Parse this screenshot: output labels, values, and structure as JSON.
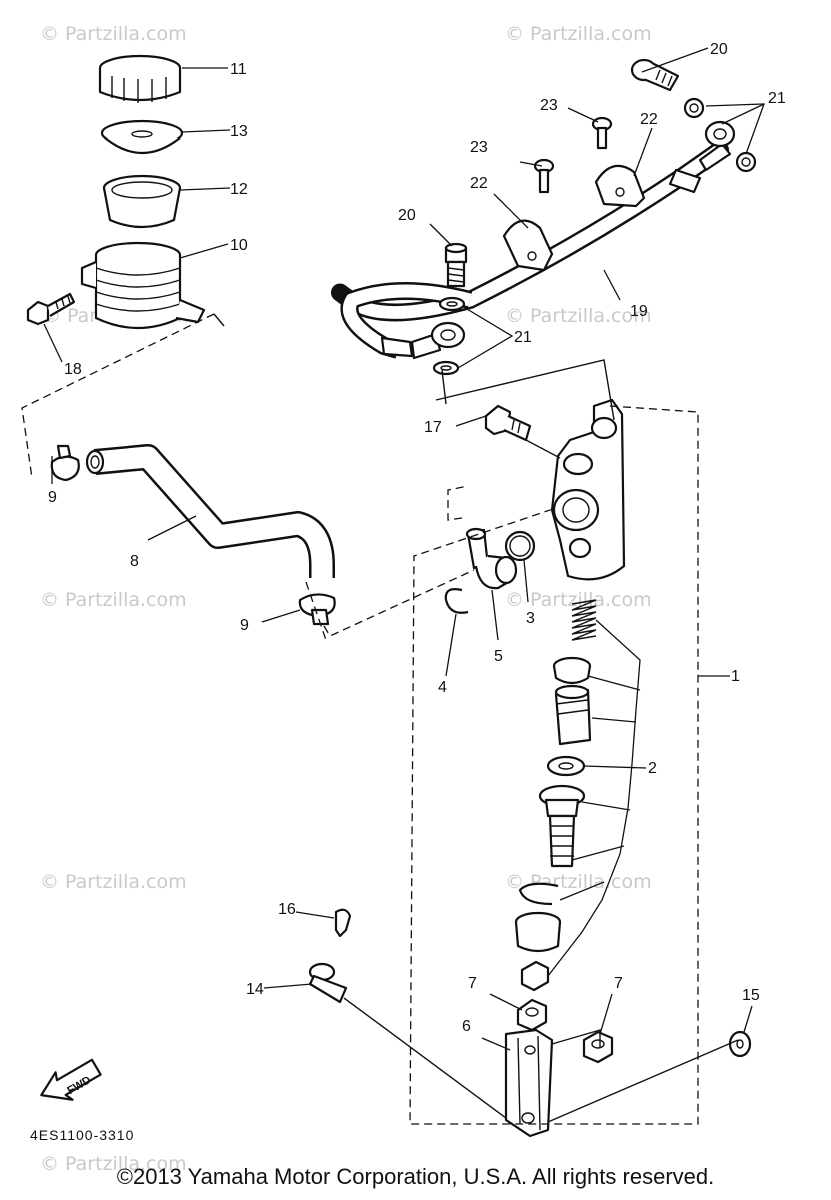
{
  "watermark": "© Partzilla.com",
  "diagram_code": "4ES1100-3310",
  "fwd_label": "FWD",
  "copyright": "©2013 Yamaha Motor Corporation, U.S.A. All rights reserved.",
  "callouts": {
    "c1": "1",
    "c2": "2",
    "c3": "3",
    "c4": "4",
    "c5": "5",
    "c6": "6",
    "c7a": "7",
    "c7b": "7",
    "c8": "8",
    "c9a": "9",
    "c9b": "9",
    "c10": "10",
    "c11": "11",
    "c12": "12",
    "c13": "13",
    "c14": "14",
    "c15": "15",
    "c16": "16",
    "c17": "17",
    "c18": "18",
    "c19": "19",
    "c20a": "20",
    "c20b": "20",
    "c21a": "21",
    "c21b": "21",
    "c22a": "22",
    "c22b": "22",
    "c23a": "23",
    "c23b": "23"
  }
}
